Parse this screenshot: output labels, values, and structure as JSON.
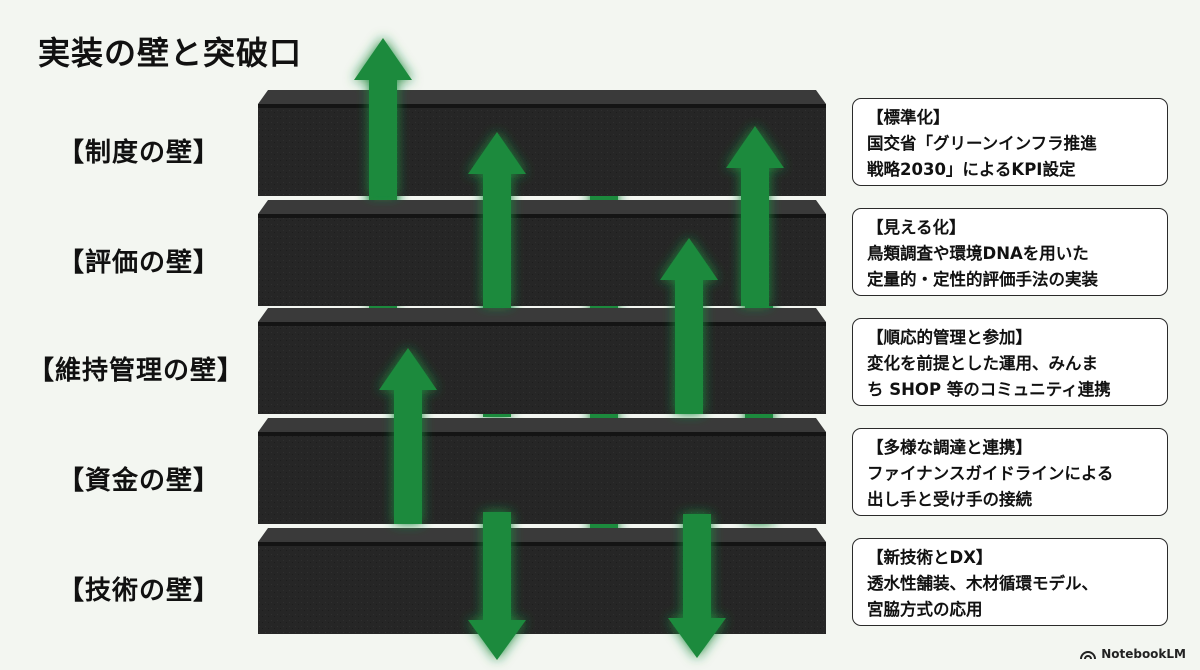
{
  "title": "実装の壁と突破口",
  "walls": [
    {
      "label": "【制度の壁】",
      "heading": "【標準化】",
      "lines": [
        "国交省「グリーンインフラ推進",
        "戦略2030」によるKPI設定"
      ]
    },
    {
      "label": "【評価の壁】",
      "heading": "【見える化】",
      "lines": [
        "鳥類調査や環境DNAを用いた",
        "定量的・定性的評価手法の実装"
      ]
    },
    {
      "label": "【維持管理の壁】",
      "heading": "【順応的管理と参加】",
      "lines": [
        "変化を前提とした運用、みんま",
        "ち SHOP 等のコミュニティ連携"
      ]
    },
    {
      "label": "【資金の壁】",
      "heading": "【多様な調達と連携】",
      "lines": [
        "ファイナンスガイドラインによる",
        "出し手と受け手の接続"
      ]
    },
    {
      "label": "【技術の壁】",
      "heading": "【新技術とDX】",
      "lines": [
        "透水性舗装、木材循環モデル、",
        "宮脇方式の応用"
      ]
    }
  ],
  "colors": {
    "wall": "#262626",
    "arrow": "#1e8a3c",
    "glow": "#6bff8f"
  },
  "brand": "NotebookLM"
}
